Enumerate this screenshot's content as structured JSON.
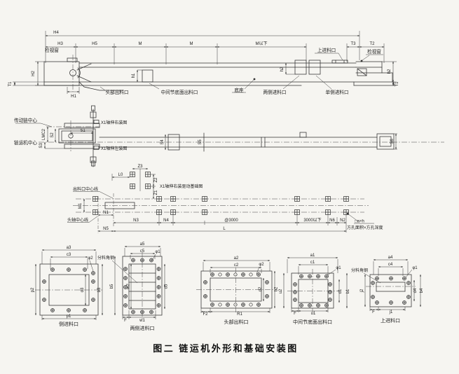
{
  "figure": {
    "caption": "图二  链运机外形和基础安装图"
  },
  "elevation": {
    "h4": "H4",
    "h3": "H3",
    "h5": "H5",
    "m_a": "M",
    "m_b": "M",
    "m_below": "M以下",
    "t3": "T3",
    "t2": "T2",
    "h2_left": "H2",
    "t1_left": "T1",
    "h1_head": "H1",
    "h1_small": "h1",
    "h2_small": "h2",
    "h2_right": "h2",
    "t1_right": "T1",
    "window_left": "检视窗",
    "window_right": "检视窗",
    "head_outlet": "头部出料口",
    "mid_bottom_outlet": "中间节底面出料口",
    "base": "底座",
    "two_side_inlet": "两侧进料口",
    "single_side_inlet": "单侧进料口",
    "top_inlet": "上进料口"
  },
  "plan": {
    "drive_center": "传动链中心",
    "machine_center": "链运机中心",
    "x1_right": "X1轴伸右装图",
    "x1_left": "X1轴伸左装图",
    "lmc2": "LMC2",
    "s1": "S1",
    "s2": "S2",
    "s3": "S3",
    "s4": "S4",
    "s5": "S5",
    "s6": "S6"
  },
  "foundation": {
    "l0": "L0",
    "z3": "Z3",
    "z2": "Z2",
    "z1": "Z1",
    "x1_drive_foundation": "X1轴伸右装驱动基础图",
    "outlet_centerline": "出料口中心线",
    "head_axis_centerline": "头轴中心线",
    "m1": "M1",
    "n1": "N1",
    "n3": "N3",
    "n4": "N4",
    "at3000": "@3000",
    "below3000": "3000以下",
    "n6": "N6",
    "n2": "N2",
    "n5": "N5",
    "l": "L",
    "hole": "□a×h",
    "hole_note": "方孔面积×方孔深度"
  },
  "sections": {
    "side_inlet": {
      "caption": "侧进料口",
      "a3": "a3",
      "c3": "c3",
      "dia": "φ2",
      "p2": "p2",
      "d3": "d3",
      "b3": "b3",
      "p1": "p1"
    },
    "double_side_inlet": {
      "caption": "两侧进料口",
      "angle_steel": "分料角钢",
      "a5": "a5",
      "c5": "c5",
      "dia": "φ1",
      "b5": "b5",
      "w2": "w2",
      "d5": "d5",
      "f": "F",
      "w1": "w1"
    },
    "head_outlet": {
      "caption": "头部出料口",
      "a2": "a2",
      "c2": "c2",
      "dia": "φ2",
      "d2": "d2",
      "b2": "b2",
      "f2": "F2",
      "r1": "R1"
    },
    "mid_bottom_outlet": {
      "caption": "中间节底面出料口",
      "angle_steel": "分料角钢",
      "a1": "a1",
      "c1": "c1",
      "dia": "φ1",
      "u2": "u2",
      "d1": "d1",
      "b1": "b1",
      "f": "F",
      "u1": "u1"
    },
    "top_inlet": {
      "caption": "上进料口",
      "a4": "a4",
      "c4": "c4",
      "dia": "φ1",
      "j2": "j2",
      "d4": "d4",
      "b4": "b4",
      "f": "F",
      "j1": "j1"
    }
  }
}
